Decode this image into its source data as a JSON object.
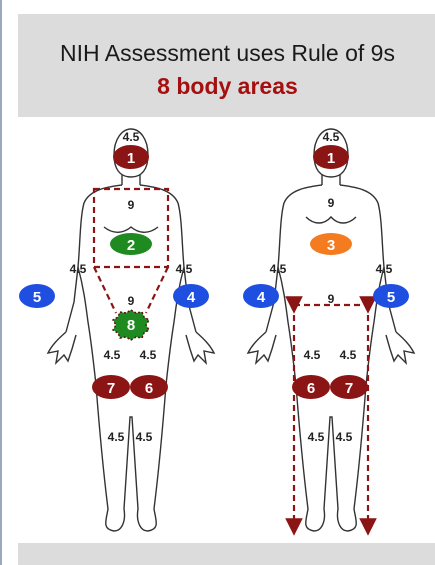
{
  "header": {
    "title": "NIH Assessment uses Rule of 9s",
    "subtitle": "8 body areas"
  },
  "front": {
    "head_value": "4.5",
    "trunk_upper_value": "9",
    "trunk_lower_value": "9",
    "arm_left_value": "4.5",
    "arm_right_value": "4.5",
    "thigh_left_value": "4.5",
    "thigh_right_value": "4.5",
    "shin_left_value": "4.5",
    "shin_right_value": "4.5",
    "area_head": "1",
    "area_chest": "2",
    "area_right_arm": "5",
    "area_left_arm": "4",
    "area_groin": "8",
    "area_right_leg": "7",
    "area_left_leg": "6"
  },
  "back": {
    "head_value": "4.5",
    "trunk_upper_value": "9",
    "trunk_lower_value": "9",
    "arm_left_value": "4.5",
    "arm_right_value": "4.5",
    "thigh_left_value": "4.5",
    "thigh_right_value": "4.5",
    "shin_left_value": "4.5",
    "shin_right_value": "4.5",
    "area_head": "1",
    "area_back": "3",
    "area_left_arm": "4",
    "area_right_arm": "5",
    "area_left_leg": "6",
    "area_right_leg": "7"
  },
  "colors": {
    "dark_red": "#8b1414",
    "green": "#1f8a1f",
    "orange": "#f47b20",
    "blue": "#1f4fe0",
    "header_bg": "#dcdcdc"
  }
}
